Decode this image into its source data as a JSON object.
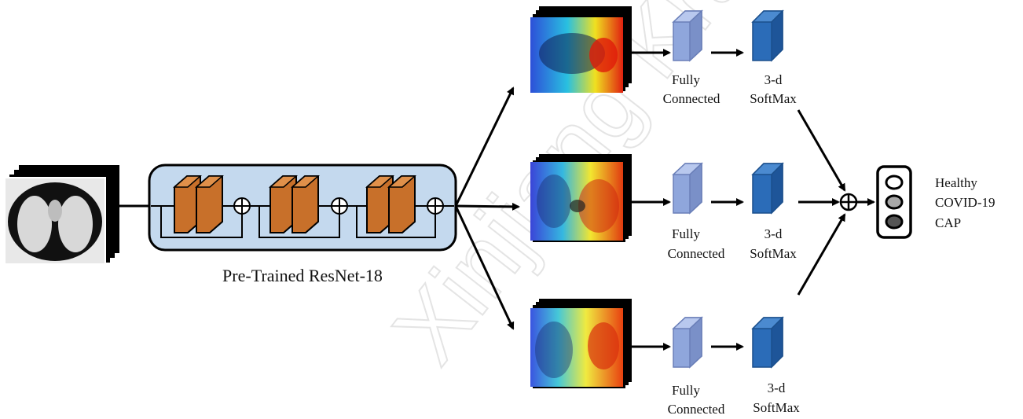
{
  "backbone": {
    "label": "Pre-Trained ResNet-18"
  },
  "branches": [
    {
      "fc_line1": "Fully",
      "fc_line2": "Connected",
      "sm_line1": "3-d",
      "sm_line2": "SoftMax"
    },
    {
      "fc_line1": "Fully",
      "fc_line2": "Connected",
      "sm_line1": "3-d",
      "sm_line2": "SoftMax"
    },
    {
      "fc_line1": "Fully",
      "fc_line2": "Connected",
      "sm_line1": "3-d",
      "sm_line2": "SoftMax"
    }
  ],
  "output": {
    "classes": [
      "Healthy",
      "COVID-19",
      "CAP"
    ]
  },
  "watermark": {
    "text": "Xinjiang Krau High School"
  },
  "colors": {
    "block": "#c8702a",
    "backbone_fill": "#c4d9ee",
    "fc": "#8fa6dc",
    "softmax": "#2b6cb8"
  }
}
